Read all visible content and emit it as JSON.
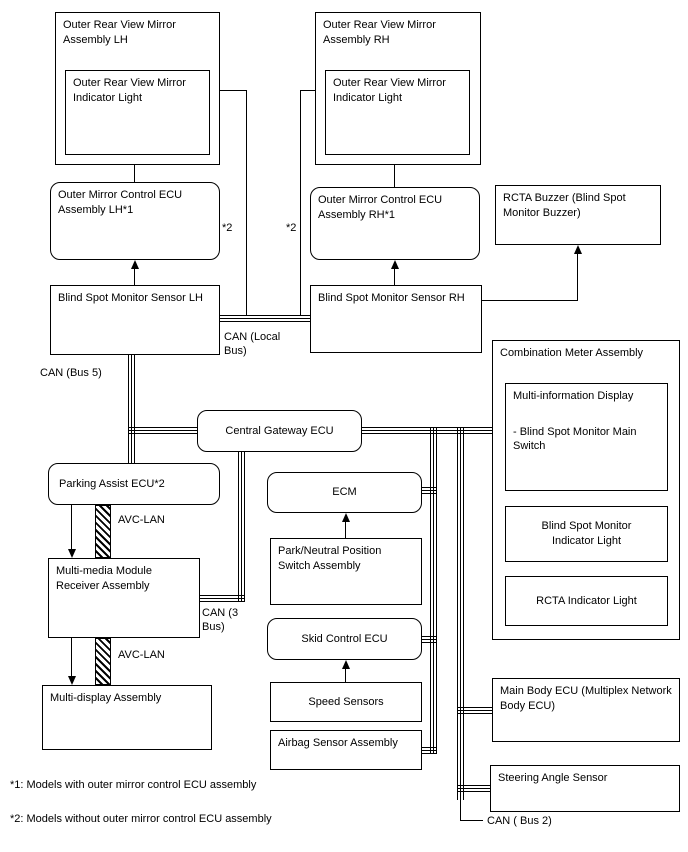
{
  "diagram": {
    "nodes": {
      "outer_mirror_assembly_lh": "Outer Rear View Mirror Assembly LH",
      "outer_mirror_assembly_rh": "Outer Rear View Mirror Assembly RH",
      "mirror_indicator_light": "Outer Rear View Mirror Indicator Light",
      "mirror_ecu_lh": "Outer Mirror Control ECU Assembly LH*1",
      "mirror_ecu_rh": "Outer Mirror Control ECU Assembly RH*1",
      "rcta_buzzer": "RCTA Buzzer (Blind Spot Monitor Buzzer)",
      "bsm_sensor_lh": "Blind Spot Monitor Sensor LH",
      "bsm_sensor_rh": "Blind Spot Monitor Sensor RH",
      "combination_meter": "Combination Meter Assembly",
      "multi_info_display": "Multi-information Display",
      "multi_info_sub": "- Blind Spot Monitor Main Switch",
      "bsm_indicator_light": "Blind Spot Monitor Indicator Light",
      "rcta_indicator_light": "RCTA Indicator Light",
      "central_gateway_ecu": "Central Gateway ECU",
      "parking_assist_ecu": "Parking Assist ECU*2",
      "ecm": "ECM",
      "pnp_switch": "Park/Neutral Position Switch Assembly",
      "mm_receiver": "Multi-media Module Receiver Assembly",
      "skid_control_ecu": "Skid Control ECU",
      "speed_sensors": "Speed Sensors",
      "multi_display": "Multi-display Assembly",
      "airbag_sensor": "Airbag Sensor Assembly",
      "main_body_ecu": "Main Body ECU (Multiplex Network Body ECU)",
      "steering_angle_sensor": "Steering Angle Sensor"
    },
    "labels": {
      "can_bus5": "CAN (Bus 5)",
      "can_local_bus": "CAN (Local Bus)",
      "can_3bus": "CAN (3 Bus)",
      "can_bus2": "CAN ( Bus 2)",
      "avc_lan": "AVC-LAN",
      "star2": "*2"
    },
    "footnotes": [
      "*1: Models with outer mirror control ECU assembly",
      "*2: Models without outer mirror control ECU assembly"
    ]
  }
}
